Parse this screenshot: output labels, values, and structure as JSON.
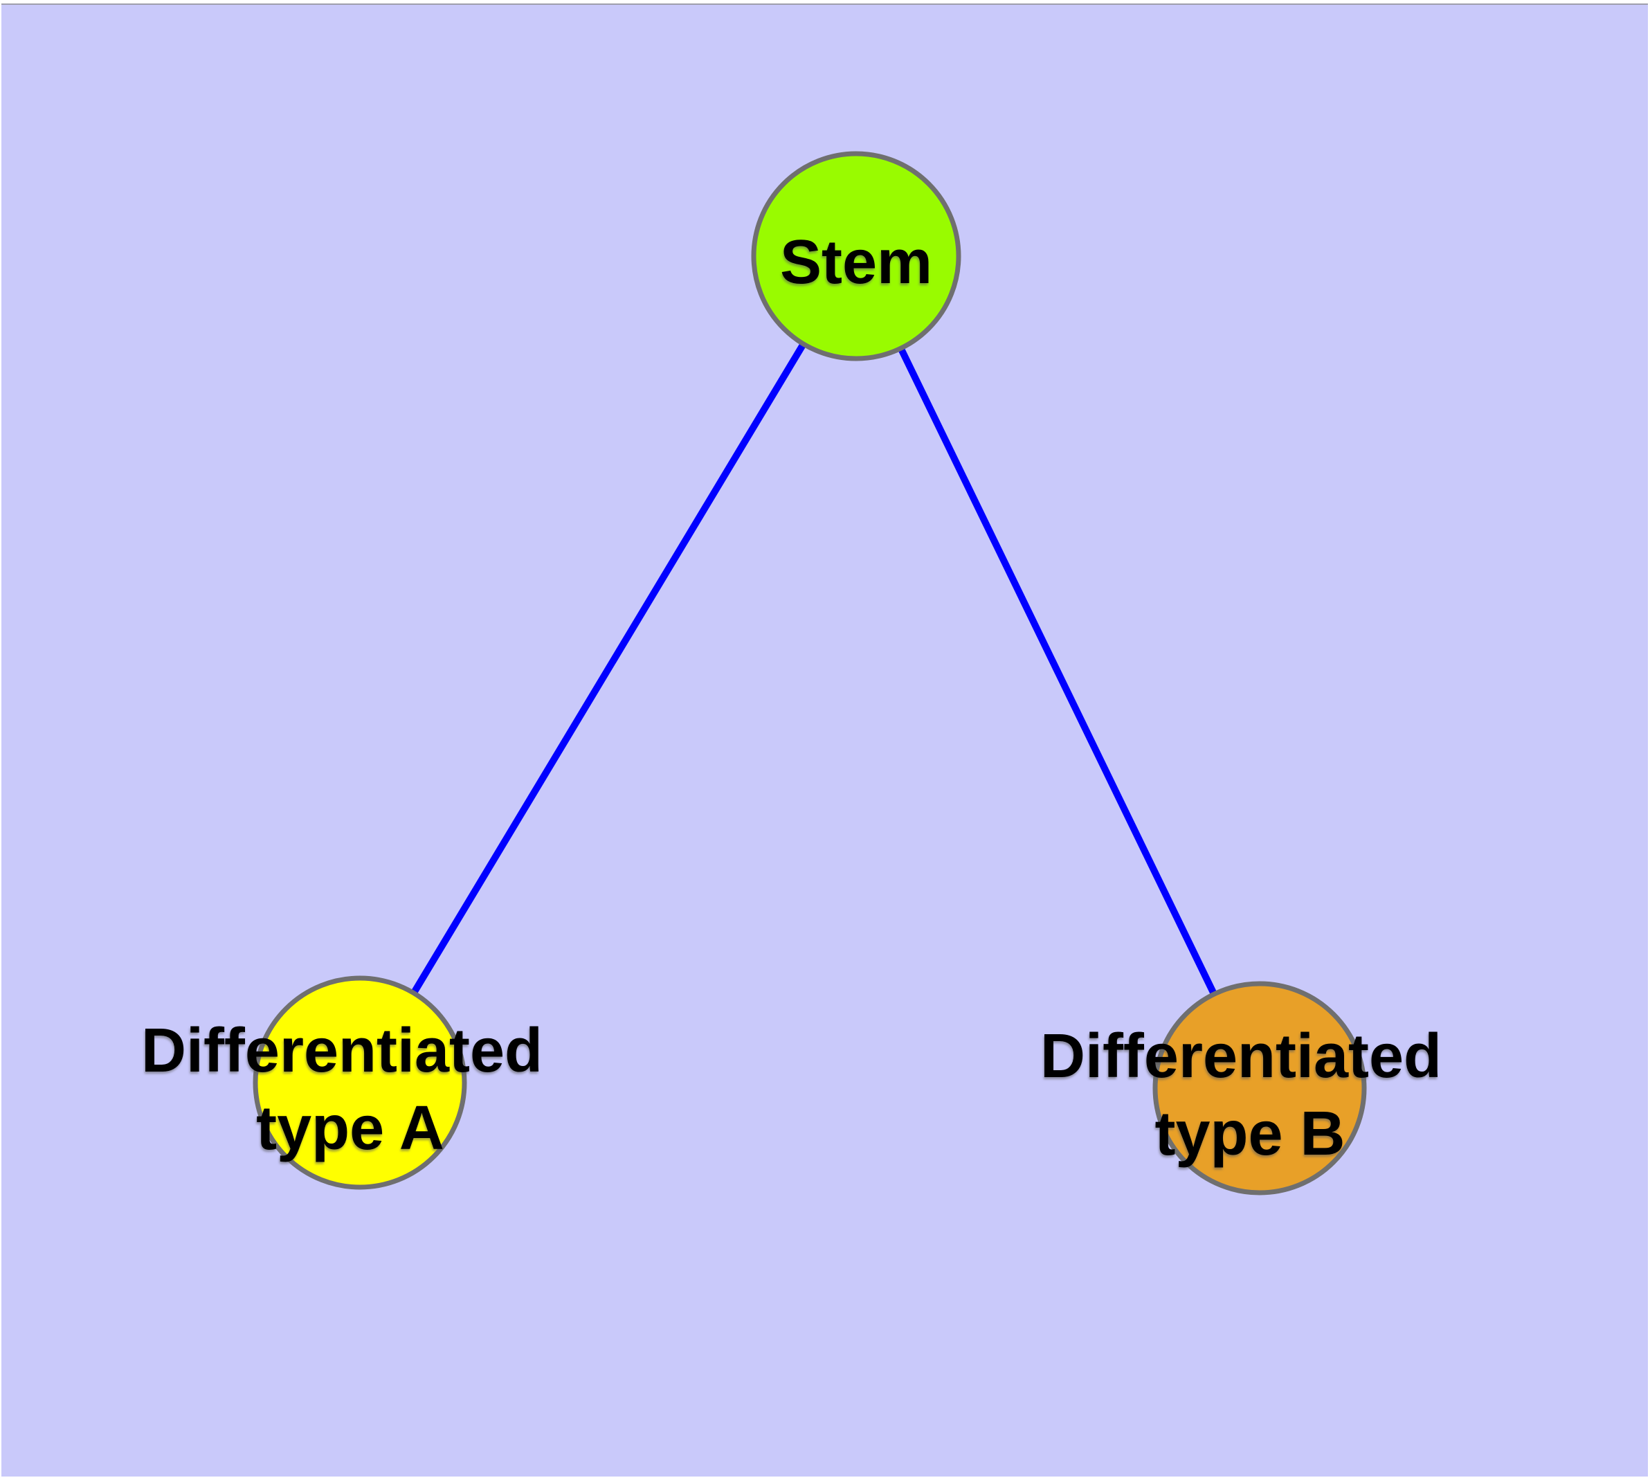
{
  "diagram": {
    "type": "node-link-graph",
    "background_color": "#C9C9FA",
    "page_edge_color": "#FFFFFF",
    "top_hairline_color": "#9E9EAC",
    "edge_color": "#0000FF",
    "node_border_color": "#6F6F6F",
    "label_color": "#000000",
    "nodes": {
      "stem": {
        "label": "Stem",
        "fill": "#99FB00"
      },
      "type_a": {
        "label_line1": "Differentiated",
        "label_line2": "type A",
        "full_label": "Differentiated type A",
        "fill": "#FFFF00"
      },
      "type_b": {
        "label_line1": "Differentiated",
        "label_line2": "type B",
        "full_label": "Differentiated type B",
        "fill": "#E8A028"
      }
    },
    "edges": [
      {
        "from": "Stem",
        "to": "Differentiated type A"
      },
      {
        "from": "Stem",
        "to": "Differentiated type B"
      }
    ]
  }
}
